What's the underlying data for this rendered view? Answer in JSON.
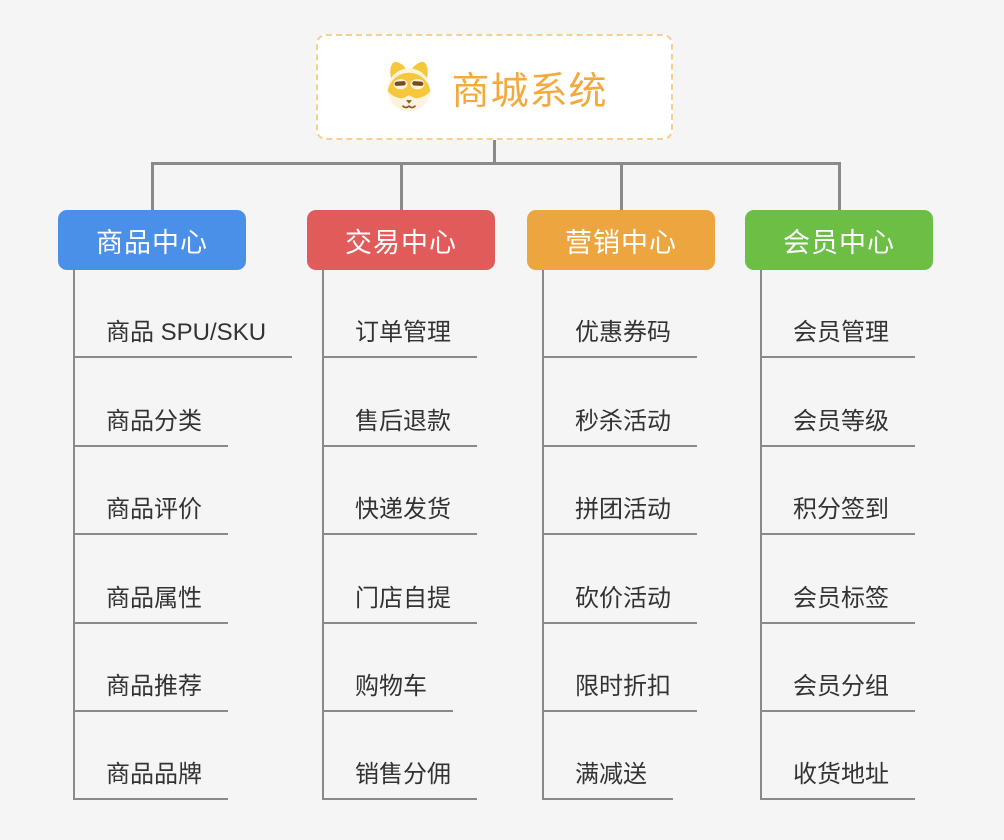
{
  "root": {
    "title": "商城系统",
    "icon": "dog-icon",
    "accent_color": "#f3a93d",
    "border_color": "#f6d08e"
  },
  "branches": [
    {
      "label": "商品中心",
      "color": "#4a90e8",
      "children": [
        "商品 SPU/SKU",
        "商品分类",
        "商品评价",
        "商品属性",
        "商品推荐",
        "商品品牌"
      ]
    },
    {
      "label": "交易中心",
      "color": "#e25b5b",
      "children": [
        "订单管理",
        "售后退款",
        "快递发货",
        "门店自提",
        "购物车",
        "销售分佣"
      ]
    },
    {
      "label": "营销中心",
      "color": "#eda63f",
      "children": [
        "优惠券码",
        "秒杀活动",
        "拼团活动",
        "砍价活动",
        "限时折扣",
        "满减送"
      ]
    },
    {
      "label": "会员中心",
      "color": "#6dbe44",
      "children": [
        "会员管理",
        "会员等级",
        "积分签到",
        "会员标签",
        "会员分组",
        "收货地址"
      ]
    }
  ],
  "colors": {
    "background": "#f5f5f6",
    "line": "#8a8a8a",
    "child_text": "#333333"
  }
}
